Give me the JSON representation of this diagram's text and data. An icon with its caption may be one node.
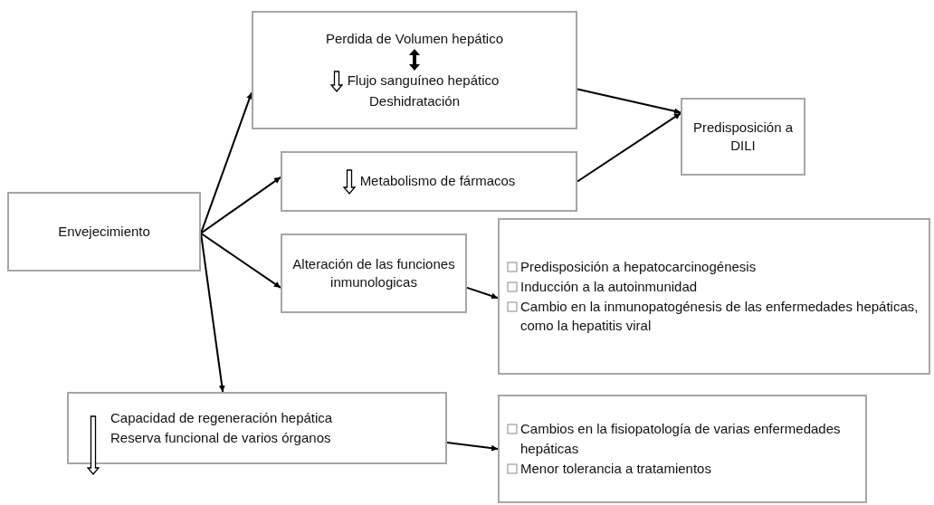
{
  "diagram": {
    "nodes": [
      {
        "text": [
          "Envejecimiento"
        ]
      },
      {
        "text": [
          "Perdida de Volumen hepático",
          "Flujo sanguíneo hepático",
          "Deshidratación"
        ]
      },
      {
        "text": [
          "Predisposición a DILI"
        ]
      },
      {
        "text": [
          "Metabolismo de fármacos"
        ]
      },
      {
        "text": [
          "Alteración de las funciones inmunologicas"
        ]
      },
      {
        "text": [
          "Predisposición a hepatocarcinogénesis",
          "Inducción a la autoinmunidad",
          "Cambio en la inmunopatogénesis de las enfermedades hepáticas, como la hepatitis viral"
        ]
      },
      {
        "text": [
          "Capacidad de regeneración hepática",
          "Reserva funcional de varios órganos"
        ]
      },
      {
        "text": [
          "Cambios en la fisiopatología de varias enfermedades hepáticas",
          "Menor tolerancia a tratamientos"
        ]
      }
    ],
    "edges": [
      {
        "from": 0,
        "to": 1,
        "arrow": "to"
      },
      {
        "from": 0,
        "to": 3,
        "arrow": "to"
      },
      {
        "from": 0,
        "to": 4,
        "arrow": "to"
      },
      {
        "from": 0,
        "to": 6,
        "arrow": "to"
      },
      {
        "from": 1,
        "to": 2,
        "arrow": "to"
      },
      {
        "from": 3,
        "to": 2,
        "arrow": "to"
      },
      {
        "from": 4,
        "to": 5,
        "arrow": "to"
      },
      {
        "from": 6,
        "to": 7,
        "arrow": "to"
      }
    ]
  }
}
